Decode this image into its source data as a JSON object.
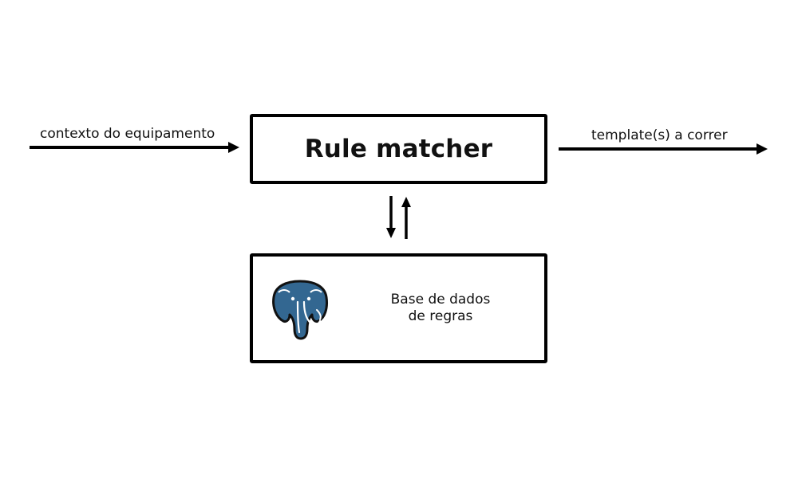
{
  "diagram": {
    "matcher": {
      "title": "Rule matcher"
    },
    "database": {
      "label_line1": "Base de dados",
      "label_line2": "de regras",
      "logo_icon": "postgresql-elephant-icon",
      "logo_color": "#336791"
    },
    "input_edge": {
      "label": "contexto do equipamento"
    },
    "output_edge": {
      "label": "template(s) a correr"
    },
    "link": {
      "icon": "bidirectional-arrows-icon"
    }
  }
}
